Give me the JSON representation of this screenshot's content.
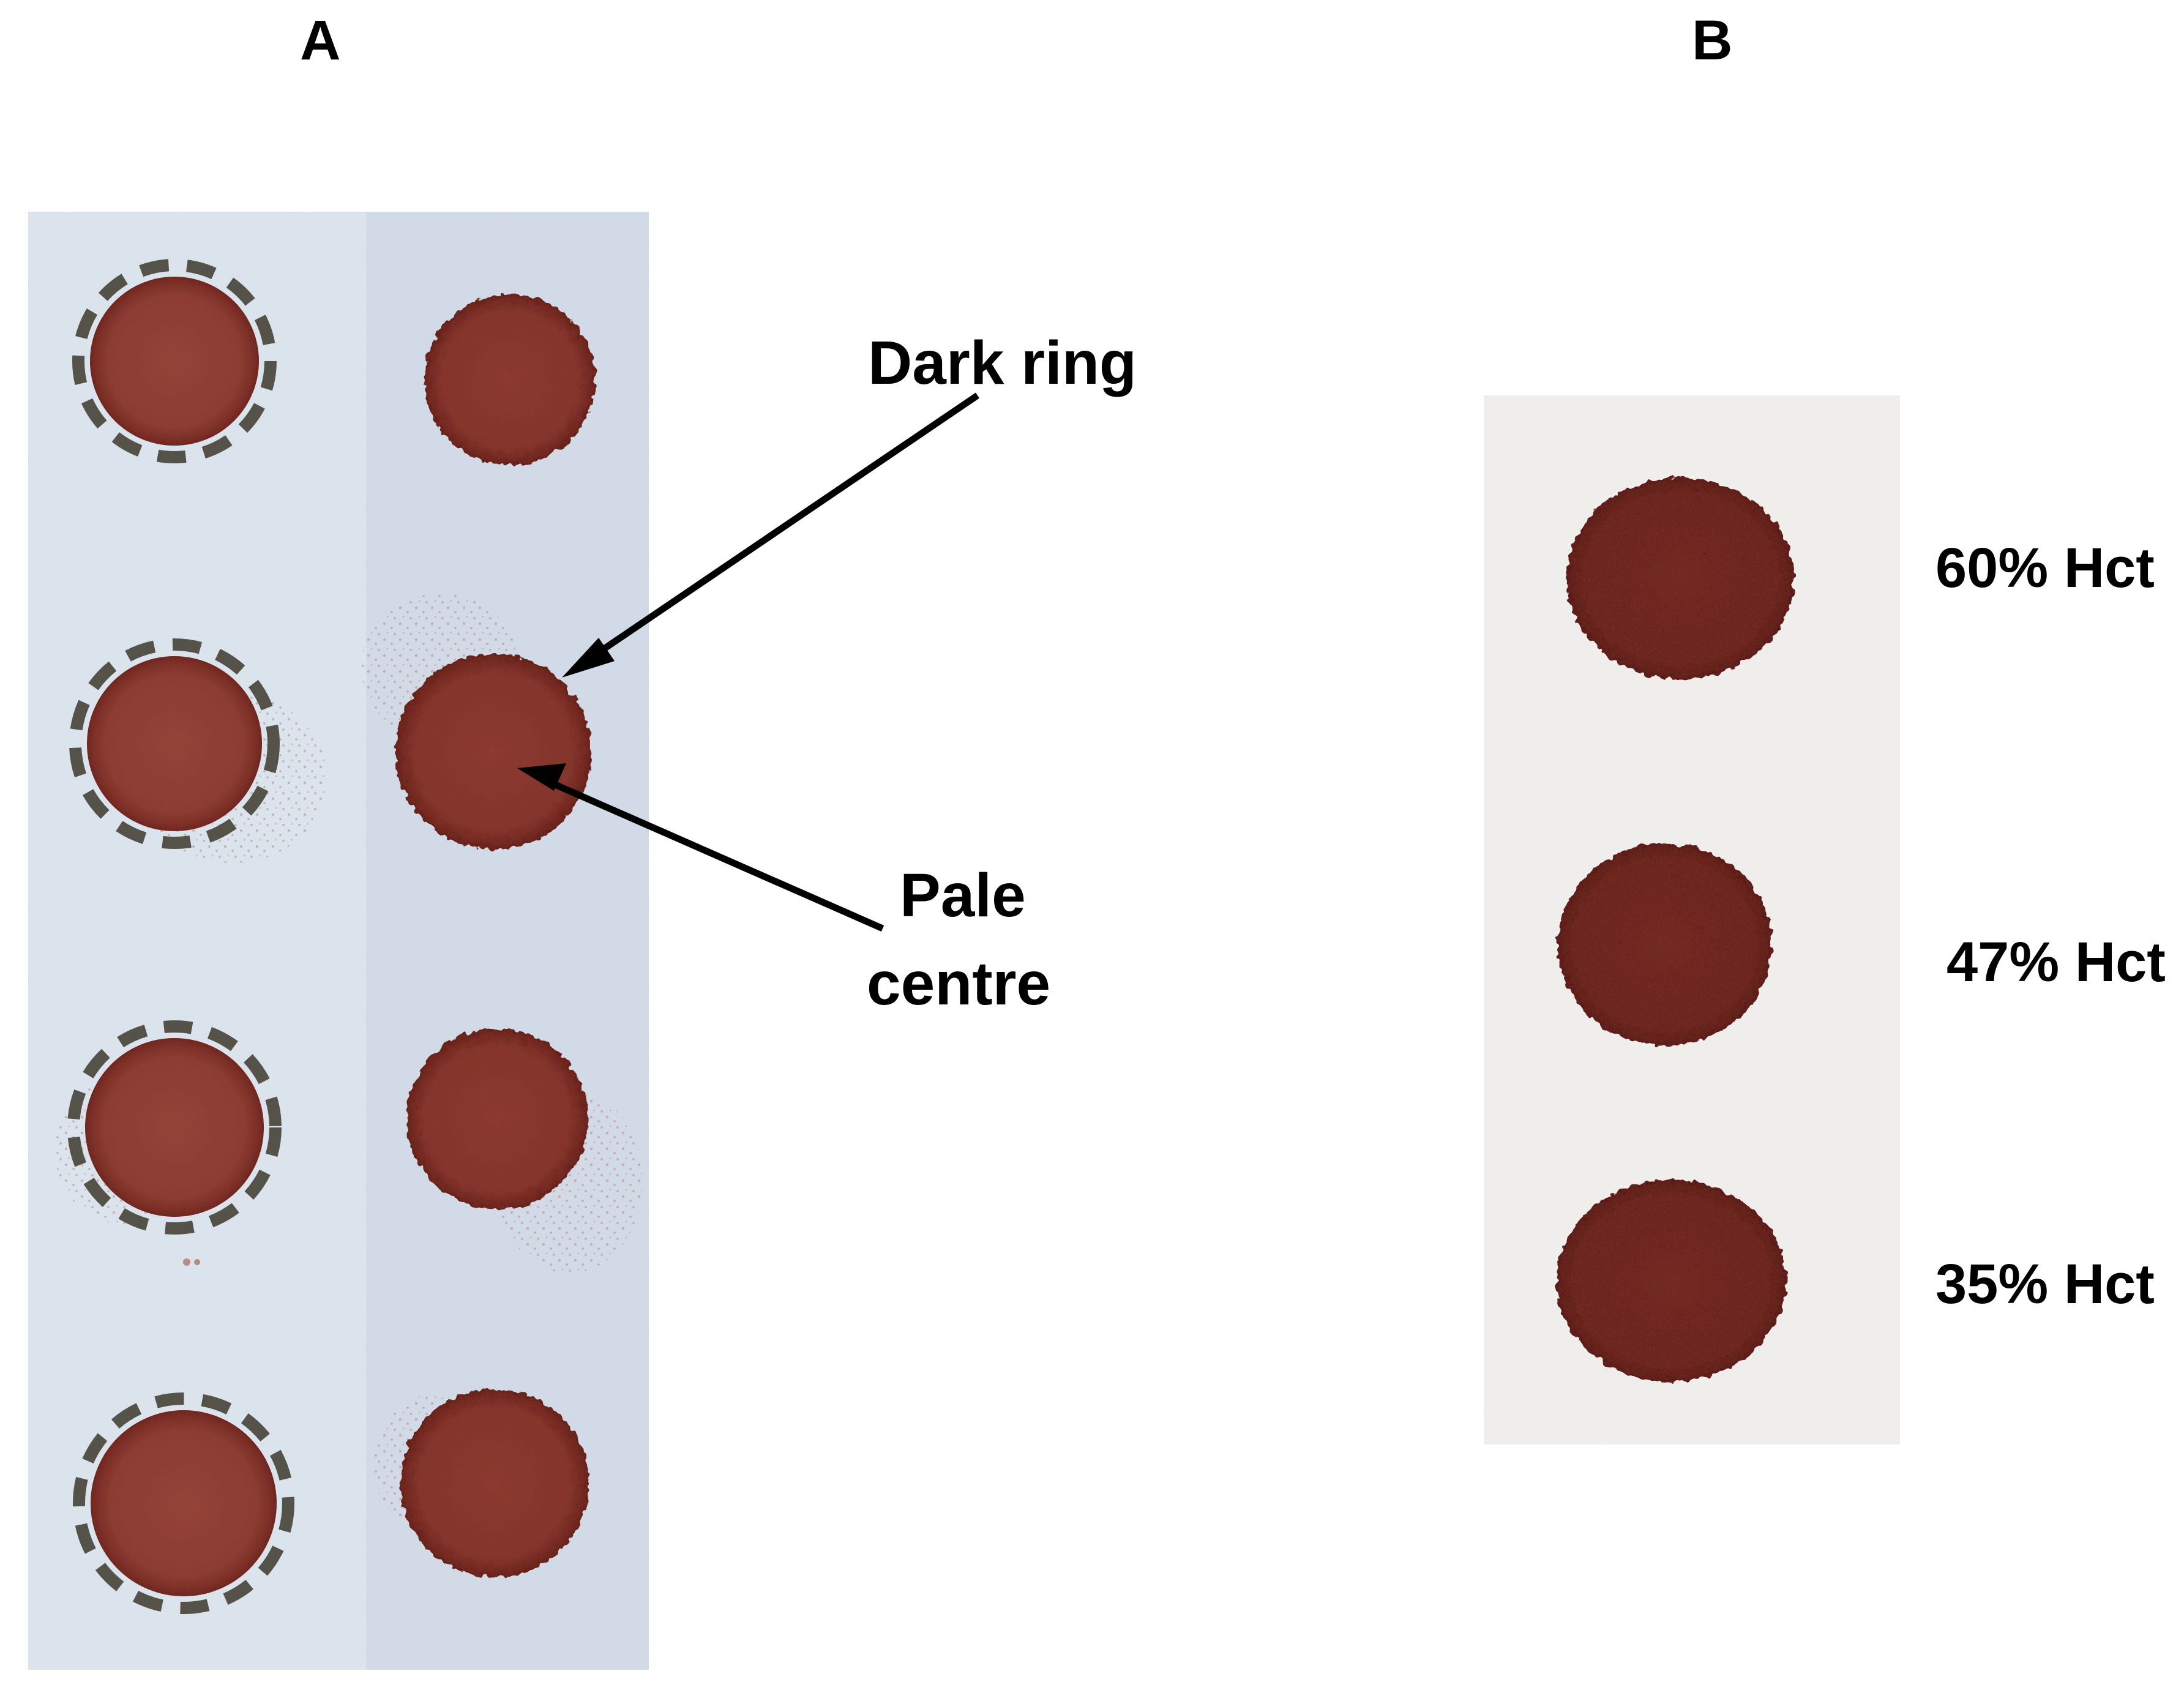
{
  "panels": {
    "a": {
      "letter": "A"
    },
    "b": {
      "letter": "B"
    }
  },
  "annotations": {
    "dark_ring": "Dark ring",
    "pale_centre_line1": "Pale",
    "pale_centre_line2": "centre"
  },
  "hct_labels": [
    "60% Hct",
    "47% Hct",
    "35% Hct"
  ],
  "colors": {
    "blood_spot": "#7a2a22",
    "blood_spot_dark": "#5e1c16",
    "paper_a_left": "#dfe6ef",
    "paper_a_right": "#d5dde9",
    "paper_b": "#f2f0ed",
    "guide_circle": "#4a4a44"
  }
}
